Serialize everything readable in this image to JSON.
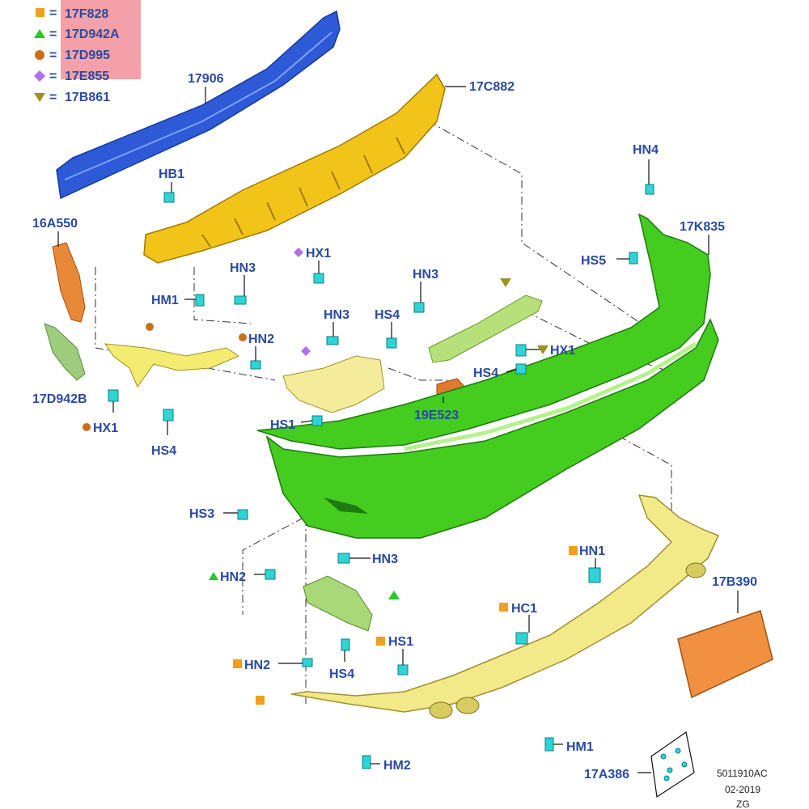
{
  "legend": {
    "highlight_color": "#f4a0a8",
    "items": [
      {
        "symbol": "square",
        "color": "#f0a020",
        "icon": "square-marker-icon",
        "eq": "=",
        "code": "17F828"
      },
      {
        "symbol": "triangle-up",
        "color": "#22cc22",
        "icon": "triangle-up-marker-icon",
        "eq": "=",
        "code": "17D942A"
      },
      {
        "symbol": "circle",
        "color": "#c8701a",
        "icon": "circle-marker-icon",
        "eq": "=",
        "code": "17D995"
      },
      {
        "symbol": "diamond",
        "color": "#b070e8",
        "icon": "diamond-marker-icon",
        "eq": "=",
        "code": "17E855"
      },
      {
        "symbol": "triangle-down",
        "color": "#9a9420",
        "icon": "triangle-down-marker-icon",
        "eq": "=",
        "code": "17B861"
      }
    ]
  },
  "parts": {
    "reinforcement": {
      "label": "17906",
      "color": "#2e5ad8"
    },
    "absorber": {
      "label": "17C882",
      "color": "#f2c41a"
    },
    "bracket_left": {
      "label": "16A550",
      "color": "#e8893a"
    },
    "bracket_left_lower": {
      "label": "17D942B",
      "color": "#9ccc7c"
    },
    "bumper_cover": {
      "label": "17K835",
      "color": "#44cc1e"
    },
    "license_plate": {
      "label": "17B390",
      "color": "#f09040"
    },
    "pad": {
      "label": "19E523",
      "color": "#e07a30"
    },
    "valance": {
      "color": "#f2ea88"
    },
    "bracket_yellow": {
      "color": "#f4ec70"
    },
    "bracket_green": {
      "color": "#a8d878"
    },
    "bracket_lightgreen": {
      "color": "#b6e07a"
    },
    "clip_color": "#2fd4d4"
  },
  "callouts": [
    {
      "id": "hb1",
      "text": "HB1"
    },
    {
      "id": "hn4",
      "text": "HN4"
    },
    {
      "id": "hs5",
      "text": "HS5"
    },
    {
      "id": "hm1a",
      "text": "HM1"
    },
    {
      "id": "hn3a",
      "text": "HN3"
    },
    {
      "id": "hx1a",
      "text": "HX1"
    },
    {
      "id": "hn3b",
      "text": "HN3"
    },
    {
      "id": "hn3c",
      "text": "HN3"
    },
    {
      "id": "hs4a",
      "text": "HS4"
    },
    {
      "id": "hn2a",
      "text": "HN2"
    },
    {
      "id": "hx1b",
      "text": "HX1"
    },
    {
      "id": "hs4b",
      "text": "HS4"
    },
    {
      "id": "hx1c",
      "text": "HX1"
    },
    {
      "id": "hs4c",
      "text": "HS4"
    },
    {
      "id": "hs1a",
      "text": "HS1"
    },
    {
      "id": "hs3",
      "text": "HS3"
    },
    {
      "id": "hn3d",
      "text": "HN3"
    },
    {
      "id": "hn2b",
      "text": "HN2"
    },
    {
      "id": "hn1",
      "text": "HN1"
    },
    {
      "id": "hc1",
      "text": "HC1"
    },
    {
      "id": "hs1b",
      "text": "HS1"
    },
    {
      "id": "hn2c",
      "text": "HN2"
    },
    {
      "id": "hs4d",
      "text": "HS4"
    },
    {
      "id": "hm1b",
      "text": "HM1"
    },
    {
      "id": "hm2",
      "text": "HM2"
    },
    {
      "id": "a386",
      "text": "17A386"
    }
  ],
  "footer": {
    "line1": "5011910AC",
    "line2": "02-2019",
    "line3": "ZG"
  }
}
